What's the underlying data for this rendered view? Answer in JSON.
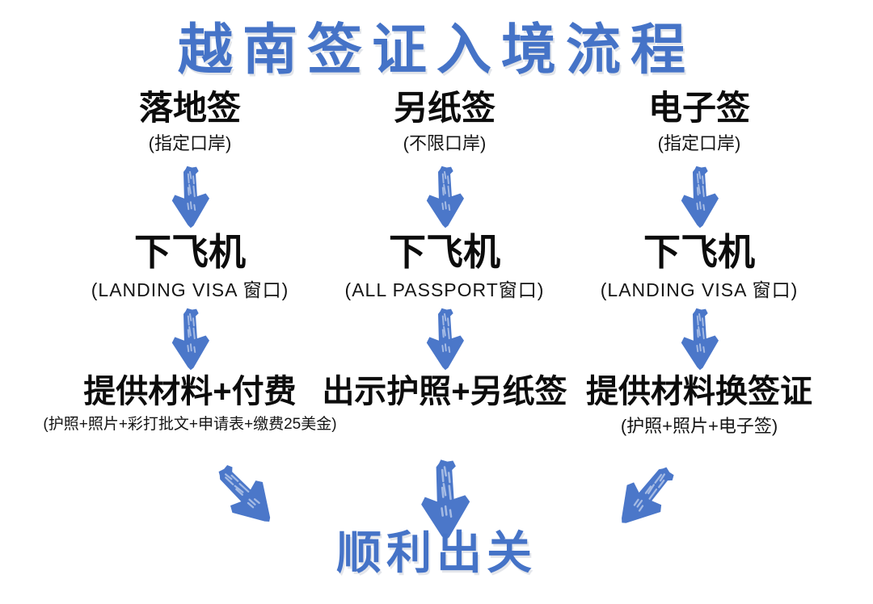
{
  "title": "越南签证入境流程",
  "footer": "顺利出关",
  "colors": {
    "accent_blue": "#4573c7",
    "arrow_blue": "#4b77c9",
    "text_black": "#0c0c0c"
  },
  "columns": [
    {
      "id": "landing-visa",
      "final_arrow": "down-right",
      "steps": [
        {
          "label": "落地签",
          "note": "(指定口岸)"
        },
        {
          "label": "下飞机",
          "note": "(LANDING VISA 窗口)"
        },
        {
          "label": "提供材料+付费",
          "note": "(护照+照片+彩打批文+申请表+缴费25美金)"
        }
      ]
    },
    {
      "id": "separate-paper-visa",
      "final_arrow": "down",
      "steps": [
        {
          "label": "另纸签",
          "note": "(不限口岸)"
        },
        {
          "label": "下飞机",
          "note": "(ALL PASSPORT窗口)"
        },
        {
          "label": "出示护照+另纸签",
          "note": ""
        }
      ]
    },
    {
      "id": "e-visa",
      "final_arrow": "down-left",
      "steps": [
        {
          "label": "电子签",
          "note": "(指定口岸)"
        },
        {
          "label": "下飞机",
          "note": "(LANDING VISA 窗口)"
        },
        {
          "label": "提供材料换签证",
          "note": "(护照+照片+电子签)"
        }
      ]
    }
  ]
}
